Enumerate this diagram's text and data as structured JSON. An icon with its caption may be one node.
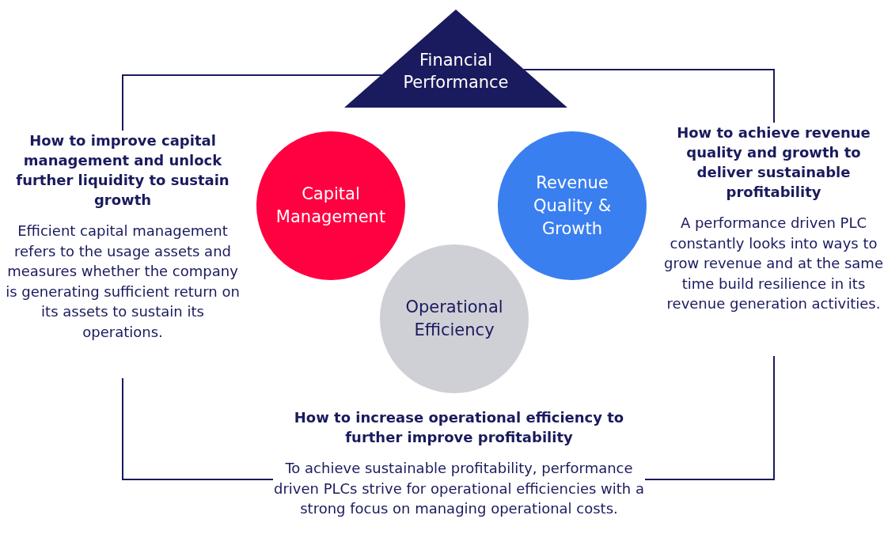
{
  "diagram": {
    "nodes": [
      {
        "text": [
          "Financial Performance"
        ]
      },
      {
        "text": [
          "How to improve capital management and unlock further liquidity to sustain growth",
          "Efficient capital management refers to the usage assets and measures whether the company is generating sufficient return on its assets to sustain its operations."
        ]
      },
      {
        "text": [
          "Capital Management"
        ]
      },
      {
        "text": [
          "Revenue Quality & Growth"
        ]
      },
      {
        "text": [
          "How to achieve revenue quality and growth to deliver sustainable profitability",
          "A performance driven PLC constantly looks into ways to grow revenue and at the same time build resilience in its revenue generation activities."
        ]
      },
      {
        "text": [
          "Operational Efficiency"
        ]
      },
      {
        "text": [
          "How to increase operational efficiency to further improve profitability",
          "To achieve sustainable profitability, performance driven PLCs strive for operational efficiencies with a strong focus on managing operational costs."
        ]
      }
    ],
    "edges": [
      {
        "from": 0,
        "to": 1,
        "arrow": "none"
      },
      {
        "from": 0,
        "to": 4,
        "arrow": "none"
      },
      {
        "from": 1,
        "to": 6,
        "arrow": "none"
      },
      {
        "from": 4,
        "to": 6,
        "arrow": "none"
      }
    ]
  }
}
